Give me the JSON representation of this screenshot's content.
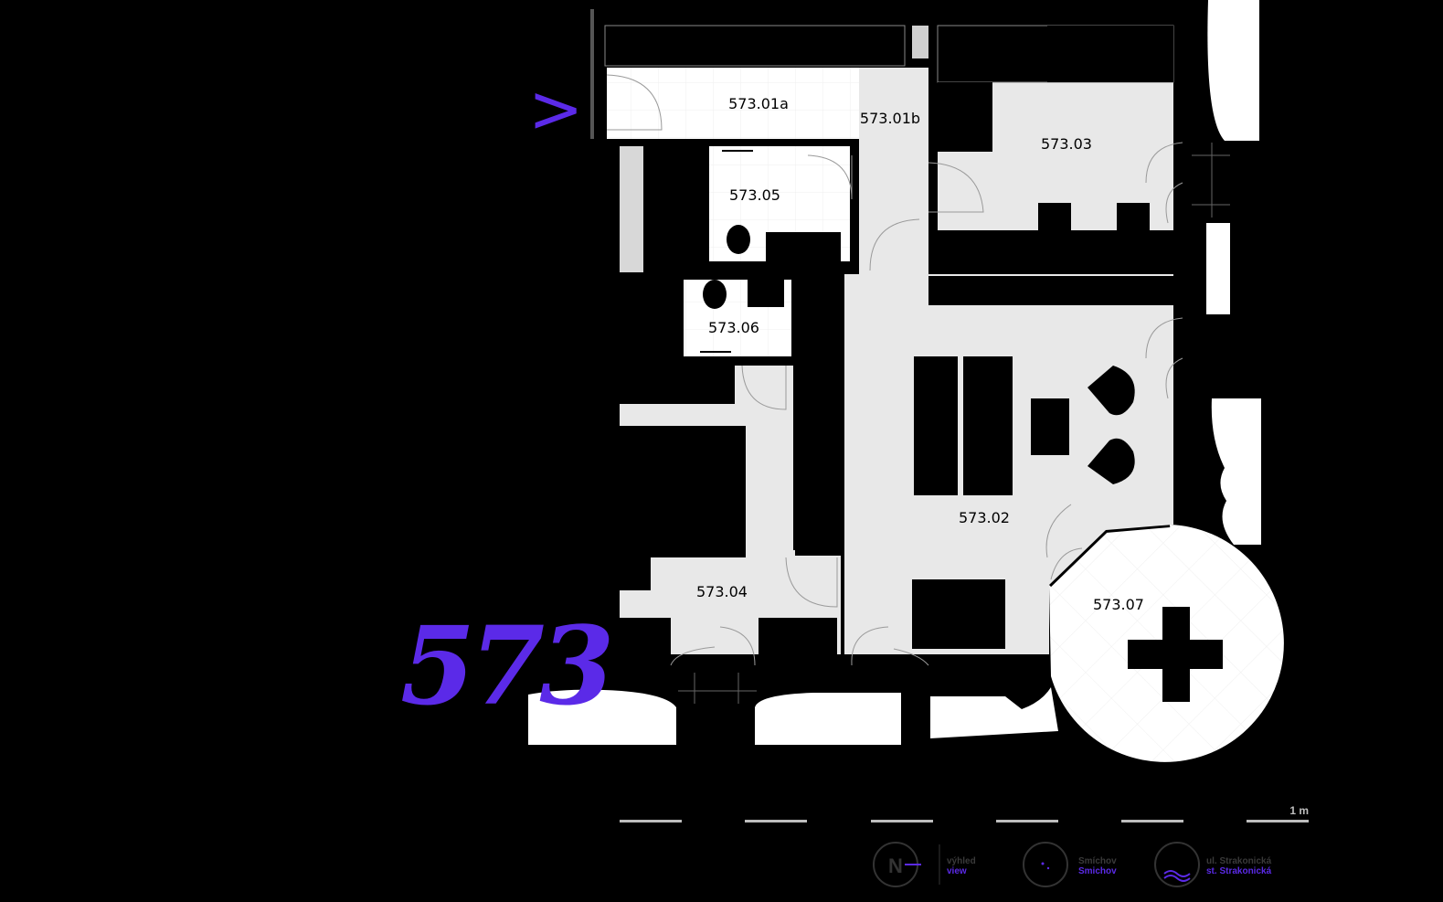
{
  "unit_number": "573",
  "entrance_marker": ">",
  "rooms": [
    {
      "id": "r01a",
      "label": "573.01a"
    },
    {
      "id": "r01b",
      "label": "573.01b"
    },
    {
      "id": "r02",
      "label": "573.02"
    },
    {
      "id": "r03",
      "label": "573.03"
    },
    {
      "id": "r04",
      "label": "573.04"
    },
    {
      "id": "r05",
      "label": "573.05"
    },
    {
      "id": "r06",
      "label": "573.06"
    },
    {
      "id": "r07",
      "label": "573.07"
    }
  ],
  "scale": {
    "label": "1 m"
  },
  "legend": {
    "north_letter": "N",
    "view_label": "výhled",
    "view_label_en": "view",
    "smichov_cz": "Smíchov",
    "smichov_en": "Smichov",
    "street_cz": "ul. Strakonická",
    "street_en": "st. Strakonická"
  },
  "colors": {
    "accent": "#5b2ae8",
    "floor": "#e8e8e8",
    "tile": "#ffffff",
    "background": "#000000"
  }
}
